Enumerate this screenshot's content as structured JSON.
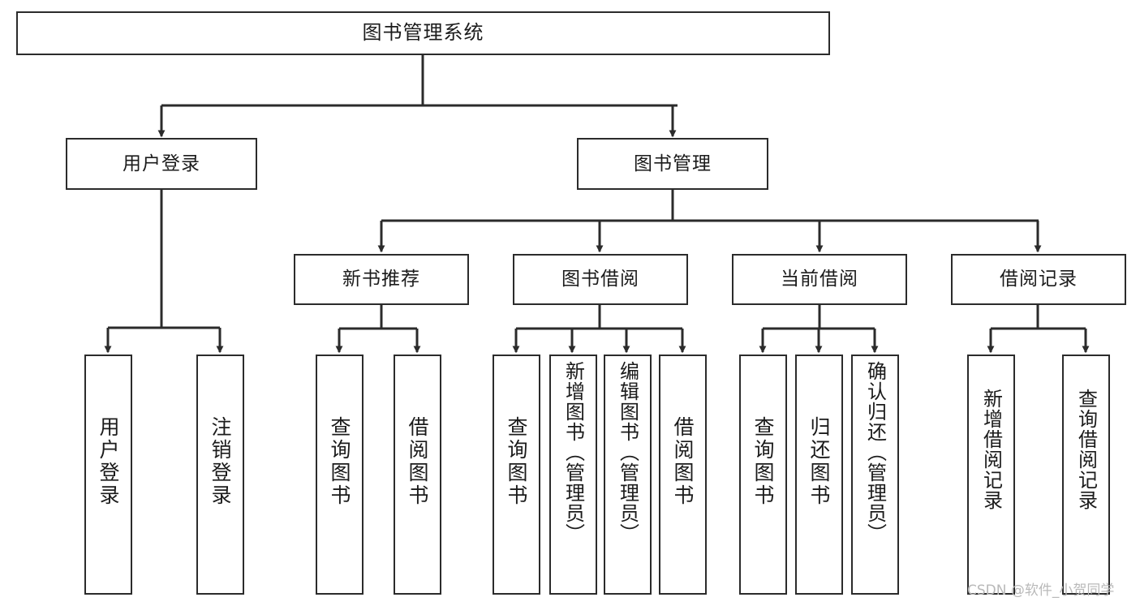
{
  "diagram": {
    "title": "图书管理系统",
    "type": "tree-hierarchy",
    "watermark": "CSDN @软件_小贺同学",
    "colors": {
      "node_border": "#2b2b2b",
      "node_fill": "#ffffff",
      "edge": "#2b2b2b",
      "text": "#1b1b1b",
      "watermark": "#b9b9b9",
      "background": "#ffffff"
    },
    "nodes": {
      "root": {
        "label": "图书管理系统"
      },
      "level2": [
        {
          "id": "user-login",
          "label": "用户登录"
        },
        {
          "id": "book-manage",
          "label": "图书管理"
        }
      ],
      "level3": [
        {
          "id": "new-book-recommend",
          "label": "新书推荐"
        },
        {
          "id": "book-borrow",
          "label": "图书借阅"
        },
        {
          "id": "current-borrow",
          "label": "当前借阅"
        },
        {
          "id": "borrow-record",
          "label": "借阅记录"
        }
      ],
      "leaves": [
        {
          "id": "leaf-user-login",
          "label": "用户登录",
          "parent": "user-login"
        },
        {
          "id": "leaf-user-logout",
          "label": "注销登录",
          "parent": "user-login"
        },
        {
          "id": "leaf-query-book-1",
          "label": "查询图书",
          "parent": "new-book-recommend"
        },
        {
          "id": "leaf-borrow-book-1",
          "label": "借阅图书",
          "parent": "new-book-recommend"
        },
        {
          "id": "leaf-query-book-2",
          "label": "查询图书",
          "parent": "book-borrow"
        },
        {
          "id": "leaf-add-book",
          "label": "新增图书（管理员）",
          "parent": "book-borrow"
        },
        {
          "id": "leaf-edit-book",
          "label": "编辑图书（管理员）",
          "parent": "book-borrow"
        },
        {
          "id": "leaf-borrow-book-2",
          "label": "借阅图书",
          "parent": "book-borrow"
        },
        {
          "id": "leaf-query-book-3",
          "label": "查询图书",
          "parent": "current-borrow"
        },
        {
          "id": "leaf-return-book",
          "label": "归还图书",
          "parent": "current-borrow"
        },
        {
          "id": "leaf-confirm-return",
          "label": "确认归还（管理员）",
          "parent": "current-borrow"
        },
        {
          "id": "leaf-add-record",
          "label": "新增借阅记录",
          "parent": "borrow-record"
        },
        {
          "id": "leaf-query-record",
          "label": "查询借阅记录",
          "parent": "borrow-record"
        }
      ]
    }
  }
}
